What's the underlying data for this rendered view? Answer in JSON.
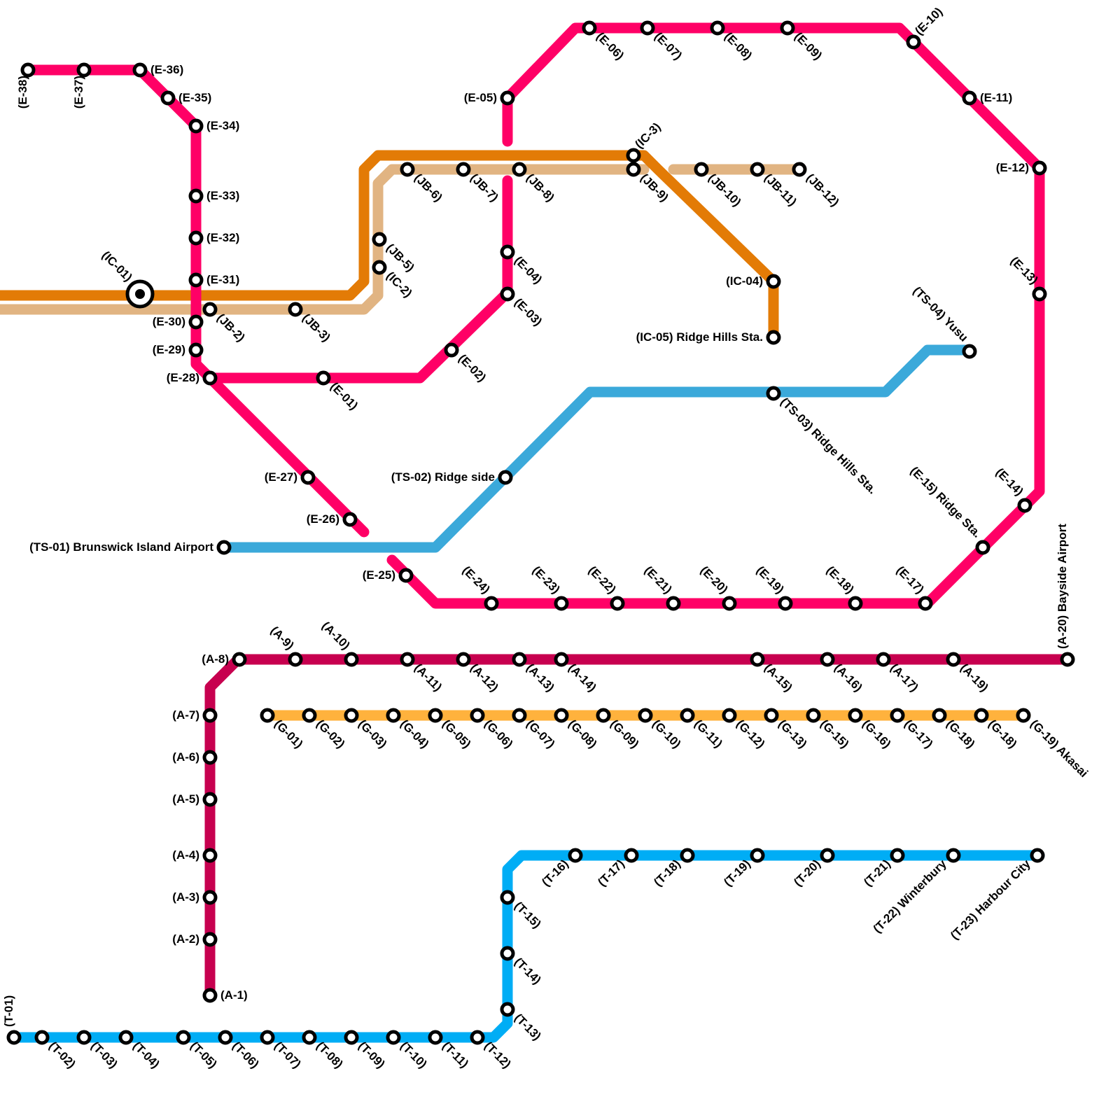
{
  "lines": [
    {
      "id": "E",
      "color": "#ff0066"
    },
    {
      "id": "IC",
      "color": "#e37b06"
    },
    {
      "id": "JB",
      "color": "#e1b482"
    },
    {
      "id": "TS",
      "color": "#3ba9da"
    },
    {
      "id": "A",
      "color": "#c7004f"
    },
    {
      "id": "G",
      "color": "#ffb23d"
    },
    {
      "id": "T",
      "color": "#00adf5"
    }
  ],
  "stations": [
    {
      "key": "e38",
      "label": "(E-38)"
    },
    {
      "key": "e37",
      "label": "(E-37)"
    },
    {
      "key": "e36",
      "label": "(E-36)"
    },
    {
      "key": "e35",
      "label": "(E-35)"
    },
    {
      "key": "e34",
      "label": "(E-34)"
    },
    {
      "key": "e33",
      "label": "(E-33)"
    },
    {
      "key": "e32",
      "label": "(E-32)"
    },
    {
      "key": "e31",
      "label": "(E-31)"
    },
    {
      "key": "e30",
      "label": "(E-30)"
    },
    {
      "key": "e29",
      "label": "(E-29)"
    },
    {
      "key": "e28",
      "label": "(E-28)"
    },
    {
      "key": "e27",
      "label": "(E-27)"
    },
    {
      "key": "e26",
      "label": "(E-26)"
    },
    {
      "key": "e25",
      "label": "(E-25)"
    },
    {
      "key": "e24",
      "label": "(E-24)"
    },
    {
      "key": "e23",
      "label": "(E-23)"
    },
    {
      "key": "e22",
      "label": "(E-22)"
    },
    {
      "key": "e21",
      "label": "(E-21)"
    },
    {
      "key": "e20",
      "label": "(E-20)"
    },
    {
      "key": "e19",
      "label": "(E-19)"
    },
    {
      "key": "e18",
      "label": "(E-18)"
    },
    {
      "key": "e17",
      "label": "(E-17)"
    },
    {
      "key": "e15",
      "label": "(E-15) Ridge Sta."
    },
    {
      "key": "e14",
      "label": "(E-14)"
    },
    {
      "key": "e13",
      "label": "(E-13)"
    },
    {
      "key": "e12",
      "label": "(E-12)"
    },
    {
      "key": "e11",
      "label": "(E-11)"
    },
    {
      "key": "e10",
      "label": "(E-10)"
    },
    {
      "key": "e09",
      "label": "(E-09)"
    },
    {
      "key": "e08",
      "label": "(E-08)"
    },
    {
      "key": "e07",
      "label": "(E-07)"
    },
    {
      "key": "e06",
      "label": "(E-06)"
    },
    {
      "key": "e05",
      "label": "(E-05)"
    },
    {
      "key": "e04",
      "label": "(E-04)"
    },
    {
      "key": "e03",
      "label": "(E-03)"
    },
    {
      "key": "e02",
      "label": "(E-02)"
    },
    {
      "key": "e01",
      "label": "(E-01)"
    },
    {
      "key": "ic01",
      "label": "(IC-01)"
    },
    {
      "key": "ic2",
      "label": "(IC-2)"
    },
    {
      "key": "ic3",
      "label": "(IC-3)"
    },
    {
      "key": "ic04",
      "label": "(IC-04)"
    },
    {
      "key": "ic05",
      "label": "(IC-05) Ridge Hills Sta."
    },
    {
      "key": "jb2",
      "label": "(JB-2)"
    },
    {
      "key": "jb3",
      "label": "(JB-3)"
    },
    {
      "key": "jb5",
      "label": "(JB-5)"
    },
    {
      "key": "jb6",
      "label": "(JB-6)"
    },
    {
      "key": "jb7",
      "label": "(JB-7)"
    },
    {
      "key": "jb8",
      "label": "(JB-8)"
    },
    {
      "key": "jb9",
      "label": "(JB-9)"
    },
    {
      "key": "jb10",
      "label": "(JB-10)"
    },
    {
      "key": "jb11",
      "label": "(JB-11)"
    },
    {
      "key": "jb12",
      "label": "(JB-12)"
    },
    {
      "key": "ts01",
      "label": "(TS-01) Brunswick Island Airport"
    },
    {
      "key": "ts02",
      "label": "(TS-02) Ridge side"
    },
    {
      "key": "ts03",
      "label": "(TS-03) Ridge Hills Sta."
    },
    {
      "key": "ts04",
      "label": "(TS-04) Yusu"
    },
    {
      "key": "a1",
      "label": "(A-1)"
    },
    {
      "key": "a2",
      "label": "(A-2)"
    },
    {
      "key": "a3",
      "label": "(A-3)"
    },
    {
      "key": "a4",
      "label": "(A-4)"
    },
    {
      "key": "a5",
      "label": "(A-5)"
    },
    {
      "key": "a6",
      "label": "(A-6)"
    },
    {
      "key": "a7",
      "label": "(A-7)"
    },
    {
      "key": "a8",
      "label": "(A-8)"
    },
    {
      "key": "a9",
      "label": "(A-9)"
    },
    {
      "key": "a10",
      "label": "(A-10)"
    },
    {
      "key": "a11",
      "label": "(A-11)"
    },
    {
      "key": "a12",
      "label": "(A-12)"
    },
    {
      "key": "a13",
      "label": "(A-13)"
    },
    {
      "key": "a14",
      "label": "(A-14)"
    },
    {
      "key": "a15",
      "label": "(A-15)"
    },
    {
      "key": "a16",
      "label": "(A-16)"
    },
    {
      "key": "a17",
      "label": "(A-17)"
    },
    {
      "key": "a19",
      "label": "(A-19)"
    },
    {
      "key": "a20",
      "label": "(A-20) Bayside Airport"
    },
    {
      "key": "g01",
      "label": "(G-01)"
    },
    {
      "key": "g02",
      "label": "(G-02)"
    },
    {
      "key": "g03",
      "label": "(G-03)"
    },
    {
      "key": "g04",
      "label": "(G-04)"
    },
    {
      "key": "g05",
      "label": "(G-05)"
    },
    {
      "key": "g06",
      "label": "(G-06)"
    },
    {
      "key": "g07",
      "label": "(G-07)"
    },
    {
      "key": "g08",
      "label": "(G-08)"
    },
    {
      "key": "g09",
      "label": "(G-09)"
    },
    {
      "key": "g10",
      "label": "(G-10)"
    },
    {
      "key": "g11",
      "label": "(G-11)"
    },
    {
      "key": "g12",
      "label": "(G-12)"
    },
    {
      "key": "g13",
      "label": "(G-13)"
    },
    {
      "key": "g15",
      "label": "(G-15)"
    },
    {
      "key": "g16",
      "label": "(G-16)"
    },
    {
      "key": "g17",
      "label": "(G-17)"
    },
    {
      "key": "g18a",
      "label": "(G-18)"
    },
    {
      "key": "g18b",
      "label": "(G-18)"
    },
    {
      "key": "g19",
      "label": "(G-19) Akasai"
    },
    {
      "key": "t01",
      "label": "(T-01)"
    },
    {
      "key": "t02",
      "label": "(T-02)"
    },
    {
      "key": "t03",
      "label": "(T-03)"
    },
    {
      "key": "t04",
      "label": "(T-04)"
    },
    {
      "key": "t05",
      "label": "(T-05)"
    },
    {
      "key": "t06",
      "label": "(T-06)"
    },
    {
      "key": "t07",
      "label": "(T-07)"
    },
    {
      "key": "t08",
      "label": "(T-08)"
    },
    {
      "key": "t09",
      "label": "(T-09)"
    },
    {
      "key": "t10",
      "label": "(T-10)"
    },
    {
      "key": "t11",
      "label": "(T-11)"
    },
    {
      "key": "t12",
      "label": "(T-12)"
    },
    {
      "key": "t13",
      "label": "(T-13)"
    },
    {
      "key": "t14",
      "label": "(T-14)"
    },
    {
      "key": "t15",
      "label": "(T-15)"
    },
    {
      "key": "t16",
      "label": "(T-16)"
    },
    {
      "key": "t17",
      "label": "(T-17)"
    },
    {
      "key": "t18",
      "label": "(T-18)"
    },
    {
      "key": "t19",
      "label": "(T-19)"
    },
    {
      "key": "t20",
      "label": "(T-20)"
    },
    {
      "key": "t21",
      "label": "(T-21)"
    },
    {
      "key": "t22",
      "label": "(T-22) Winterbury"
    },
    {
      "key": "t23",
      "label": "(T-23) Harbour City"
    }
  ]
}
